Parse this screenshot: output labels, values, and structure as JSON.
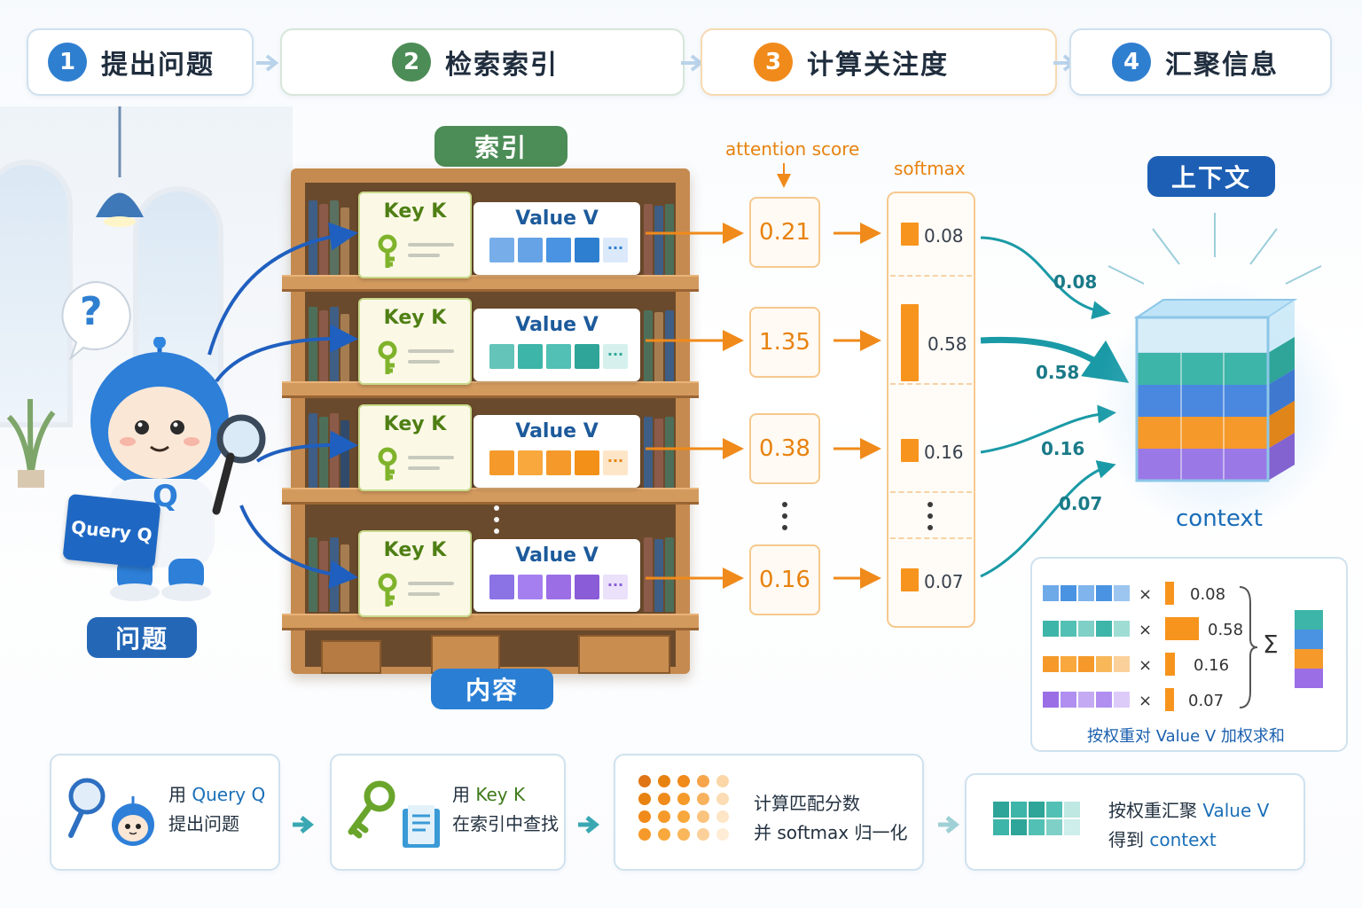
{
  "steps": [
    {
      "num": "1",
      "label": "提出问题",
      "color": "#2f7fd0"
    },
    {
      "num": "2",
      "label": "检索索引",
      "color": "#4c8c56"
    },
    {
      "num": "3",
      "label": "计算关注度",
      "color": "#f08a1a"
    },
    {
      "num": "4",
      "label": "汇聚信息",
      "color": "#2f7fd0"
    }
  ],
  "labels": {
    "question_mark": "?",
    "query_board": "Query Q",
    "robot_chest": "Q",
    "question_pill": "问题",
    "index_pill": "索引",
    "content_pill": "内容",
    "context_pill": "上下文",
    "context": "context",
    "attention_score": "attention score",
    "softmax": "softmax",
    "sum_symbol": "Σ",
    "sum_caption": "按权重对 Value V 加权求和",
    "multiply": "×"
  },
  "shelf_rows": [
    {
      "key": "Key K",
      "value": "Value V",
      "dots": "···",
      "color": "#4a93e2",
      "score": "0.21",
      "softmax": "0.08",
      "softmax_value": 0.08
    },
    {
      "key": "Key K",
      "value": "Value V",
      "dots": "···",
      "color": "#3db5a8",
      "score": "1.35",
      "softmax": "0.58",
      "softmax_value": 0.58
    },
    {
      "key": "Key K",
      "value": "Value V",
      "dots": "···",
      "color": "#f59a2a",
      "score": "0.38",
      "softmax": "0.16",
      "softmax_value": 0.16
    },
    {
      "key": "Key K",
      "value": "Value V",
      "dots": "···",
      "color": "#9b6ee6",
      "score": "0.16",
      "softmax": "0.07",
      "softmax_value": 0.07
    }
  ],
  "weights": [
    "0.08",
    "0.58",
    "0.16",
    "0.07"
  ],
  "bottom": [
    {
      "line1_prefix": "用 ",
      "line1_hl": "Query Q",
      "line2": "提出问题"
    },
    {
      "line1_prefix": "用 ",
      "line1_hl": "Key K",
      "line2": "在索引中查找"
    },
    {
      "line1": "计算匹配分数",
      "line2": "并 softmax 归一化"
    },
    {
      "line1_prefix": "按权重汇聚 ",
      "line1_hl": "Value V",
      "line2_prefix": "得到 ",
      "line2_hl": "context"
    }
  ],
  "colors": {
    "blue": "#2f7fd0",
    "green": "#4c8c56",
    "orange": "#f08a1a",
    "teal": "#1a9aa6"
  }
}
